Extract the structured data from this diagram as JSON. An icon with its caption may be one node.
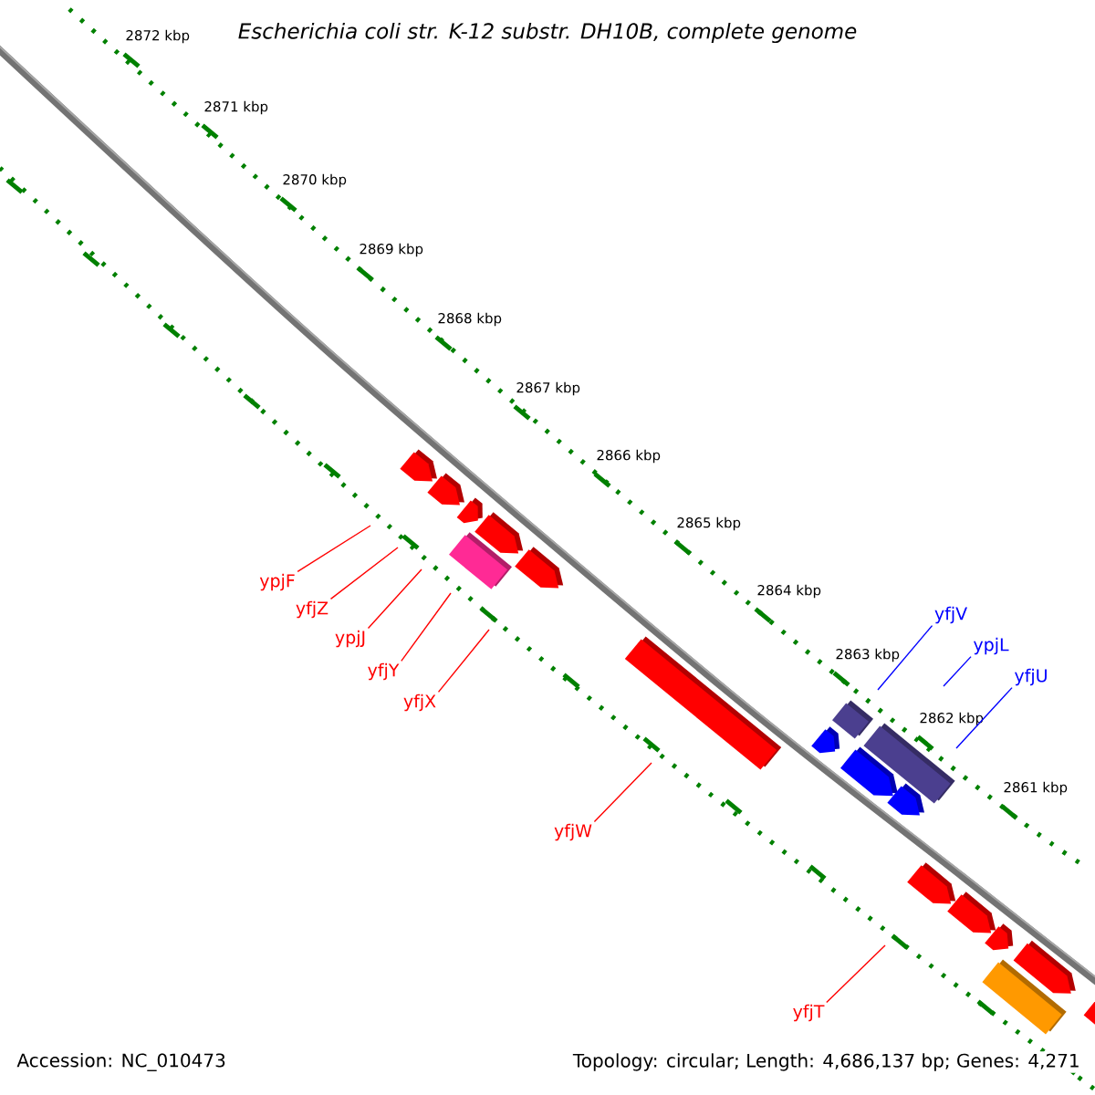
{
  "diagram": {
    "title": "*Escherichia coli* str. K-12 substr. DH10B, complete genome",
    "nodes": [
      {
        "text": [
          "ypjF"
        ]
      },
      {
        "text": [
          "yfjZ"
        ]
      },
      {
        "text": [
          "ypjJ"
        ]
      },
      {
        "text": [
          "yfjY"
        ]
      },
      {
        "text": [
          "yfjX"
        ]
      },
      {
        "text": [
          "yfjW"
        ]
      },
      {
        "text": [
          "yfjV"
        ]
      },
      {
        "text": [
          "ypjL"
        ]
      },
      {
        "text": [
          "yfjU"
        ]
      },
      {
        "text": [
          "yfjT"
        ]
      }
    ],
    "edges": [
      {
        "from": 0,
        "to": null,
        "arrow": "none"
      },
      {
        "from": 1,
        "to": null,
        "arrow": "none"
      },
      {
        "from": 2,
        "to": null,
        "arrow": "none"
      },
      {
        "from": 3,
        "to": null,
        "arrow": "none"
      },
      {
        "from": 4,
        "to": null,
        "arrow": "none"
      },
      {
        "from": 5,
        "to": null,
        "arrow": "none"
      },
      {
        "from": 6,
        "to": null,
        "arrow": "none",
        "color": "#0000ff"
      },
      {
        "from": 7,
        "to": null,
        "arrow": "none",
        "color": "#0000ff"
      },
      {
        "from": 8,
        "to": null,
        "arrow": "none",
        "color": "#0000ff"
      },
      {
        "from": 9,
        "to": null,
        "arrow": "none"
      }
    ],
    "labels": [
      "2872 kbp",
      "2871 kbp",
      "2870 kbp",
      "2869 kbp",
      "2868 kbp",
      "2867 kbp",
      "2866 kbp",
      "2865 kbp",
      "2864 kbp",
      "2863 kbp",
      "2862 kbp",
      "2861 kbp",
      "Accession: NC_010473",
      "Topology: circular; Length: 4,686,137 bp; Genes: 4,271"
    ]
  }
}
